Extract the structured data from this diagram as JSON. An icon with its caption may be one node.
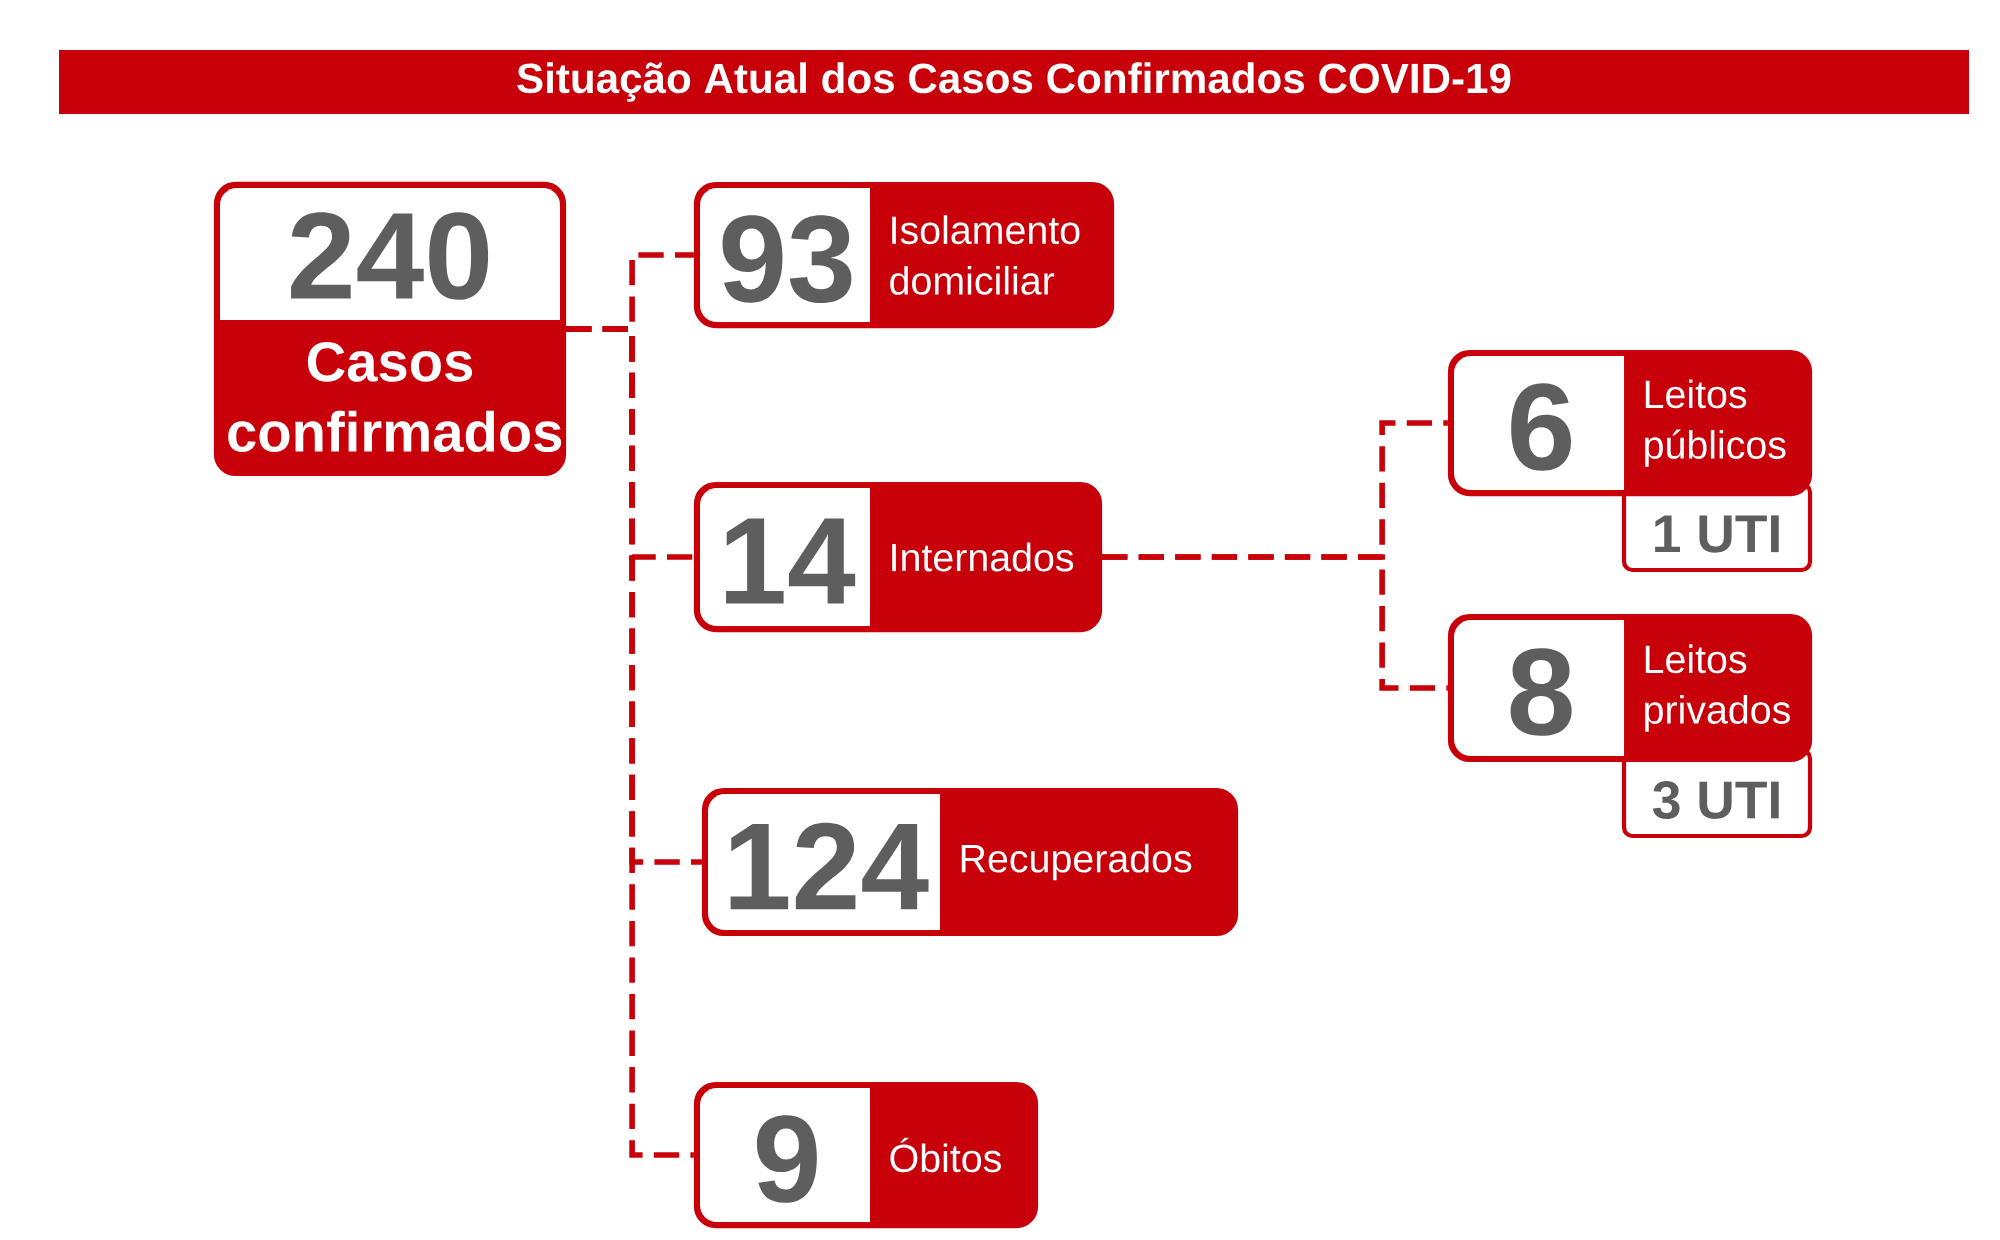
{
  "diagram": {
    "title": "Situação Atual dos Casos Confirmados COVID-19",
    "nodes": [
      {
        "text": [
          "240",
          "Casos confirmados"
        ]
      },
      {
        "text": [
          "93",
          "Isolamento domiciliar"
        ]
      },
      {
        "text": [
          "14",
          "Internados"
        ]
      },
      {
        "text": [
          "124",
          "Recuperados"
        ]
      },
      {
        "text": [
          "9",
          "Óbitos"
        ]
      },
      {
        "text": [
          "6",
          "Leitos públicos"
        ],
        "beside": [
          "1 UTI"
        ]
      },
      {
        "text": [
          "8",
          "Leitos privados"
        ],
        "beside": [
          "3 UTI"
        ]
      }
    ],
    "edges": [
      {
        "from": 0,
        "to": 1,
        "arrow": "none",
        "style": "dashed"
      },
      {
        "from": 0,
        "to": 2,
        "arrow": "none",
        "style": "dashed"
      },
      {
        "from": 0,
        "to": 3,
        "arrow": "none",
        "style": "dashed"
      },
      {
        "from": 0,
        "to": 4,
        "arrow": "none",
        "style": "dashed"
      },
      {
        "from": 2,
        "to": 5,
        "arrow": "none",
        "style": "dashed"
      },
      {
        "from": 2,
        "to": 6,
        "arrow": "none",
        "style": "dashed"
      }
    ]
  }
}
